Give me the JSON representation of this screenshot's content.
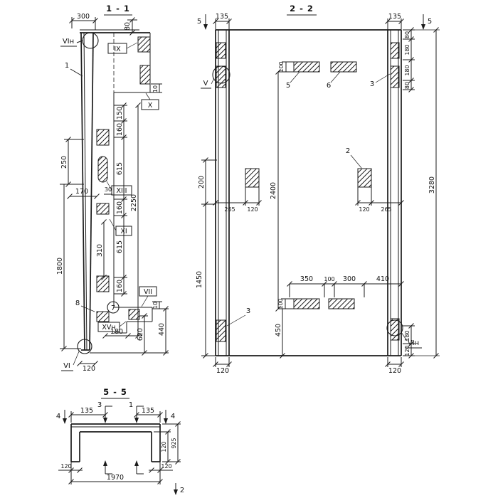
{
  "s11": {
    "title": "1 - 1",
    "labels": {
      "vi_n": "VIн",
      "n1": "1",
      "ix": "IX",
      "x": "X",
      "xiii": "XIII",
      "xi": "XI",
      "n8": "8",
      "n7": "7",
      "vii": "VII",
      "xvn": "XVн",
      "vi": "VI"
    },
    "dims": {
      "d300": "300",
      "d80": "80",
      "d10_top": "10",
      "d150": "150",
      "d160a": "160",
      "d615a": "615",
      "d160b": "160",
      "d615b": "615",
      "d160c": "160",
      "d2250": "2250",
      "d250": "250",
      "d1800": "1800",
      "d170": "170",
      "d30": "30",
      "d310": "310",
      "d10_bot": "10",
      "d180": "180",
      "d620": "620",
      "d440": "440",
      "d120": "120"
    }
  },
  "s22": {
    "title": "2 - 2",
    "labels": {
      "cut5_left": "5",
      "cut5_right": "5",
      "v": "V",
      "n5": "5",
      "n6": "6",
      "n3_top": "3",
      "n2": "2",
      "n3_bottom": "3",
      "vi_n": "VIн"
    },
    "dims": {
      "d135_left": "135",
      "d135_right": "135",
      "d80a": "80",
      "d180a": "180",
      "d180b": "180",
      "d80b": "80",
      "d100_top": "100",
      "d200": "200",
      "d1450": "1450",
      "d2400": "2400",
      "d3280": "3280",
      "d265_left": "265",
      "d120_left": "120",
      "d120_right": "120",
      "d265_right": "265",
      "d350": "350",
      "d100_mid": "100",
      "d300": "300",
      "d410": "410",
      "d100_bot": "100",
      "d450": "450",
      "d180_br": "180",
      "d120_br": "120",
      "d120_bottom_left": "120",
      "d120_bottom_right": "120"
    }
  },
  "s55": {
    "title": "5 - 5",
    "labels": {
      "cut4_left": "4",
      "cut4_right": "4",
      "cut3": "3",
      "cut1": "1",
      "cut2": "2"
    },
    "dims": {
      "d135_left": "135",
      "d135_right": "135",
      "d120_leg": "120",
      "d925": "925",
      "d120_bl": "120",
      "d120_br": "120",
      "d1970": "1970"
    }
  }
}
